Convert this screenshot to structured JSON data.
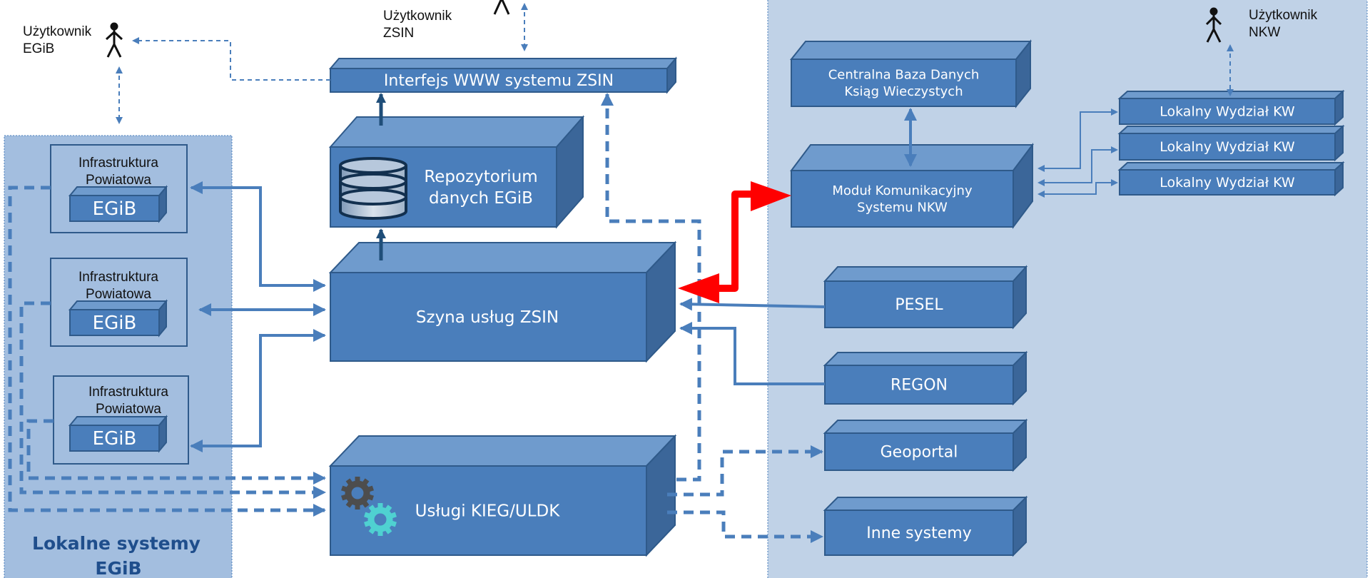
{
  "diagram": {
    "colors": {
      "box_front": "#4a7ebb",
      "box_top": "#6f9bcd",
      "box_side": "#3b6699",
      "box_stroke": "#2f5a8a",
      "egib_panel": "#a3bedf",
      "nkw_panel": "#c0d2e7",
      "connector": "#4a7ebb",
      "dark_arrow": "#1f4e79",
      "highlight_arrow": "#ff0000",
      "panel_title": "#1f4e8c"
    },
    "users": {
      "egib": {
        "line1": "Użytkownik",
        "line2": "EGiB"
      },
      "zsin": {
        "line1": "Użytkownik",
        "line2": "ZSIN"
      },
      "nkw": {
        "line1": "Użytkownik",
        "line2": "NKW"
      }
    },
    "egib_panel": {
      "title_line1": "Lokalne systemy",
      "title_line2": "EGiB",
      "infrastructures": [
        {
          "line1": "Infrastruktura",
          "line2": "Powiatowa",
          "system": "EGiB"
        },
        {
          "line1": "Infrastruktura",
          "line2": "Powiatowa",
          "system": "EGiB"
        },
        {
          "line1": "Infrastruktura",
          "line2": "Powiatowa",
          "system": "EGiB"
        }
      ]
    },
    "zsin": {
      "www_interface": "Interfejs WWW systemu ZSIN",
      "repository": {
        "line1": "Repozytorium",
        "line2": "danych EGiB"
      },
      "service_bus": "Szyna usług ZSIN",
      "services": "Usługi KIEG/ULDK"
    },
    "nkw_panel": {
      "central_db": {
        "line1": "Centralna Baza Danych",
        "line2": "Ksiąg Wieczystych"
      },
      "comm_module": {
        "line1": "Moduł Komunikacyjny",
        "line2": "Systemu NKW"
      },
      "local_departments": [
        "Lokalny Wydział KW",
        "Lokalny Wydział KW",
        "Lokalny Wydział KW"
      ]
    },
    "external_systems": [
      "PESEL",
      "REGON",
      "Geoportal",
      "Inne systemy"
    ]
  }
}
